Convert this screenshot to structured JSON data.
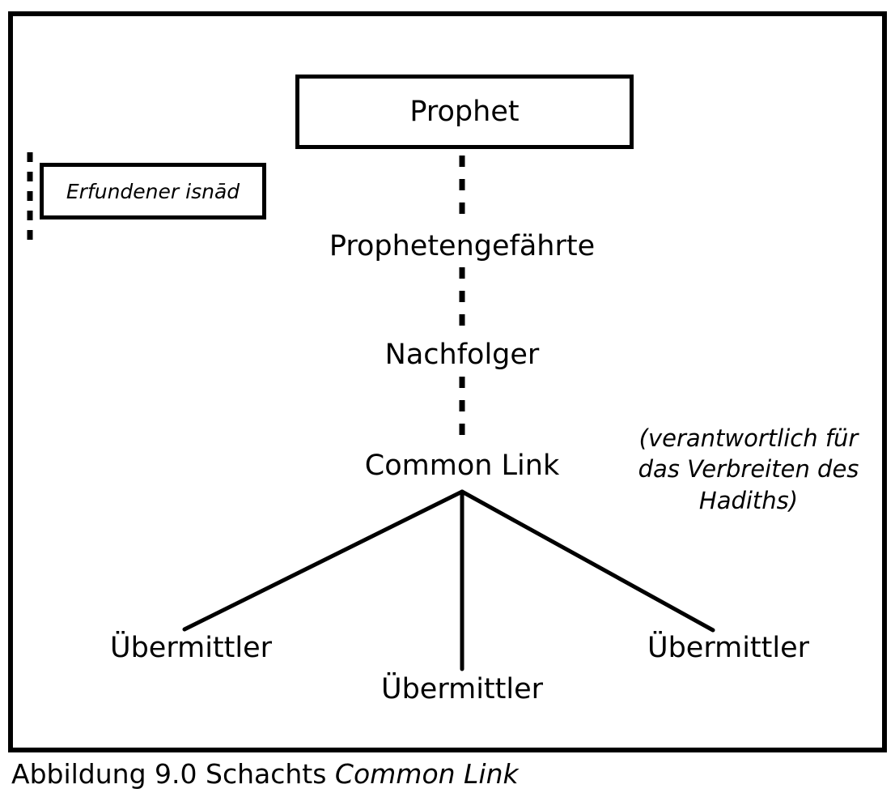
{
  "figure": {
    "caption_prefix": "Abbildung 9.0 Schachts",
    "caption_emphasis": "Common Link"
  },
  "diagram": {
    "nodes": {
      "prophet": "Prophet",
      "erfundener_isnad": "Erfundener isnād",
      "prophetengefaehrte": "Prophetengefährte",
      "nachfolger": "Nachfolger",
      "common_link": "Common Link",
      "transmitter_left": "Übermittler",
      "transmitter_center": "Übermittler",
      "transmitter_right": "Übermittler"
    },
    "annotations": {
      "responsible_line1": "(verantwortlich für",
      "responsible_line2": "das Verbreiten des",
      "responsible_line3": "Hadiths)"
    },
    "colors": {
      "stroke": "#000000",
      "background": "#ffffff"
    }
  }
}
